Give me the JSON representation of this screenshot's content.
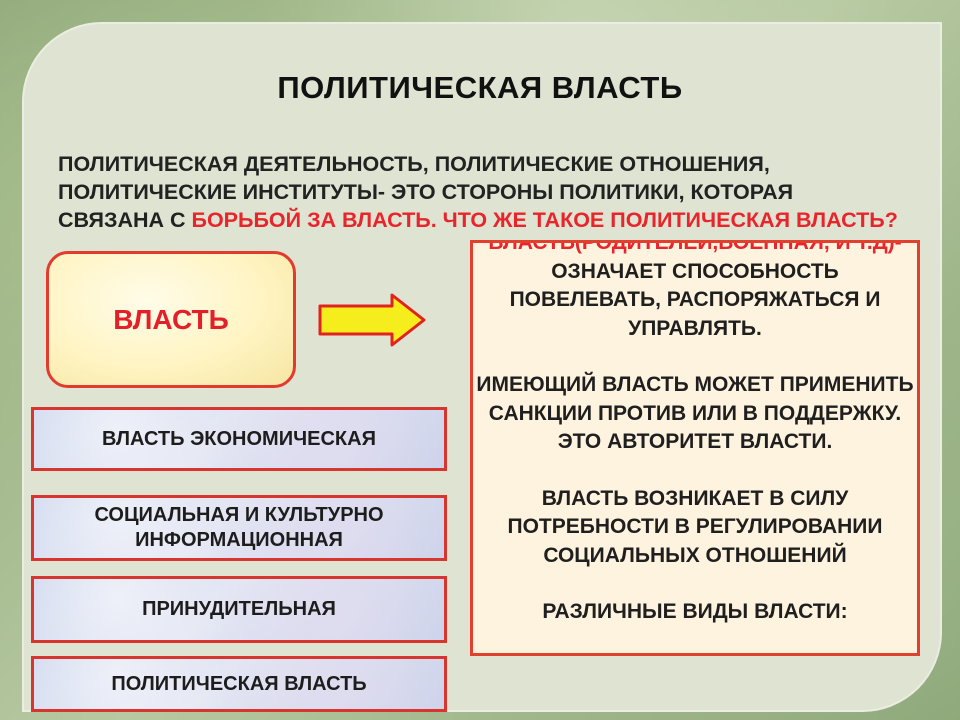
{
  "title": "ПОЛИТИЧЕСКАЯ ВЛАСТЬ",
  "intro": {
    "text_start": "ПОЛИТИЧЕСКАЯ ДЕЯТЕЛЬНОСТЬ, ПОЛИТИЧЕСКИЕ ОТНОШЕНИЯ, ПОЛИТИЧЕСКИЕ ИНСТИТУТЫ- ЭТО СТОРОНЫ  ПОЛИТИКИ, КОТОРАЯ СВЯЗАНА С ",
    "text_red": "БОРЬБОЙ ЗА ВЛАСТЬ. ЧТО ЖЕ ТАКОЕ ПОЛИТИЧЕСКАЯ ВЛАСТЬ?"
  },
  "main_box": {
    "label": "ВЛАСТЬ"
  },
  "types": [
    "ВЛАСТЬ  ЭКОНОМИЧЕСКАЯ",
    "СОЦИАЛЬНАЯ И КУЛЬТУРНО ИНФОРМАЦИОННАЯ",
    "ПРИНУДИТЕЛЬНАЯ",
    "ПОЛИТИЧЕСКАЯ ВЛАСТЬ"
  ],
  "definition": {
    "red_start": "ВЛАСТЬ(РОДИТЕЛЕЙ,ВОЕННАЯ,  И Т.Д)-",
    "line1_rest": " ОЗНАЧАЕТ СПОСОБНОСТЬ ПОВЕЛЕВАТЬ, РАСПОРЯЖАТЬСЯ И УПРАВЛЯТЬ.",
    "para2": "ИМЕЮЩИЙ ВЛАСТЬ  МОЖЕТ ПРИМЕНИТЬ САНКЦИИ  ПРОТИВ ИЛИ В ПОДДЕРЖКУ. ЭТО АВТОРИТЕТ ВЛАСТИ.",
    "para3": "ВЛАСТЬ ВОЗНИКАЕТ В СИЛУ ПОТРЕБНОСТИ В РЕГУЛИРОВАНИИ СОЦИАЛЬНЫХ ОТНОШЕНИЙ",
    "para4": "РАЗЛИЧНЫЕ ВИДЫ ВЛАСТИ:"
  },
  "colors": {
    "accent_red": "#e8252b",
    "panel": "#dfe3d2",
    "arrow_fill": "#f5ee1c"
  }
}
